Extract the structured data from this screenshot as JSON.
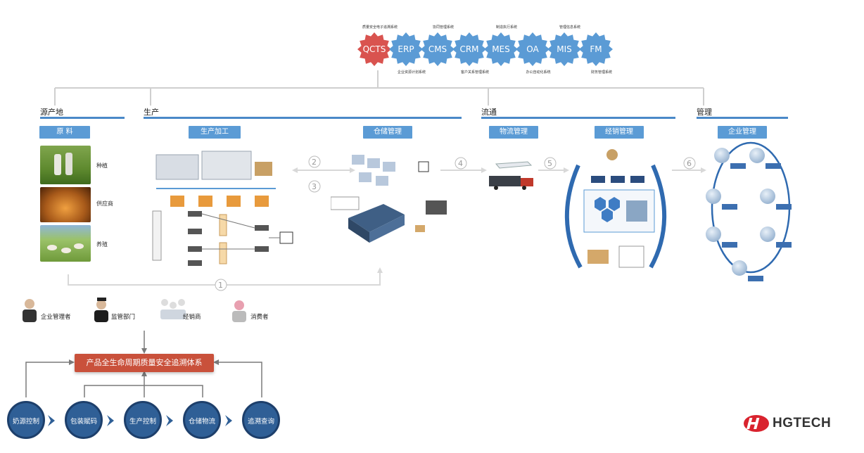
{
  "gears": [
    {
      "label": "QCTS",
      "color": "#d9534f",
      "top_note": "质量安全电子追溯系统"
    },
    {
      "label": "ERP",
      "color": "#5b9bd5",
      "bottom_note": "企业资源计划系统"
    },
    {
      "label": "CMS",
      "color": "#5b9bd5",
      "top_note": "协同管理系统"
    },
    {
      "label": "CRM",
      "color": "#5b9bd5",
      "bottom_note": "客户关系管理系统"
    },
    {
      "label": "MES",
      "color": "#5b9bd5",
      "top_note": "制造执行系统"
    },
    {
      "label": "OA",
      "color": "#5b9bd5",
      "bottom_note": "办公自动化系统"
    },
    {
      "label": "MIS",
      "color": "#5b9bd5",
      "top_note": "管理信息系统"
    },
    {
      "label": "FM",
      "color": "#5b9bd5",
      "bottom_note": "财务管理系统"
    }
  ],
  "sections": {
    "origin": "源产地",
    "production": "生产",
    "circulation": "流通",
    "management": "管理"
  },
  "blue_buttons": {
    "raw": "原 料",
    "processing": "生产加工",
    "warehouse": "仓储管理",
    "logistics": "物流管理",
    "distribution": "经销管理",
    "enterprise": "企业管理"
  },
  "origin_items": [
    "种植",
    "供应商",
    "养殖"
  ],
  "step_numbers": [
    "1",
    "2",
    "3",
    "4",
    "5",
    "6"
  ],
  "roles": [
    "企业管理者",
    "监管部门",
    "经销商",
    "消费者"
  ],
  "trace_system": "产品全生命周期质量安全追溯体系",
  "bottom_steps": [
    "奶源控制",
    "包装赋码",
    "生产控制",
    "仓储物流",
    "追溯查询"
  ],
  "logo": {
    "text": "HGTECH",
    "color": "#d9232e"
  },
  "colors": {
    "accent_blue": "#5b9bd5",
    "dark_blue": "#2f5f96",
    "trace_red": "#c9513b",
    "line_gray": "#d0d0d0"
  }
}
